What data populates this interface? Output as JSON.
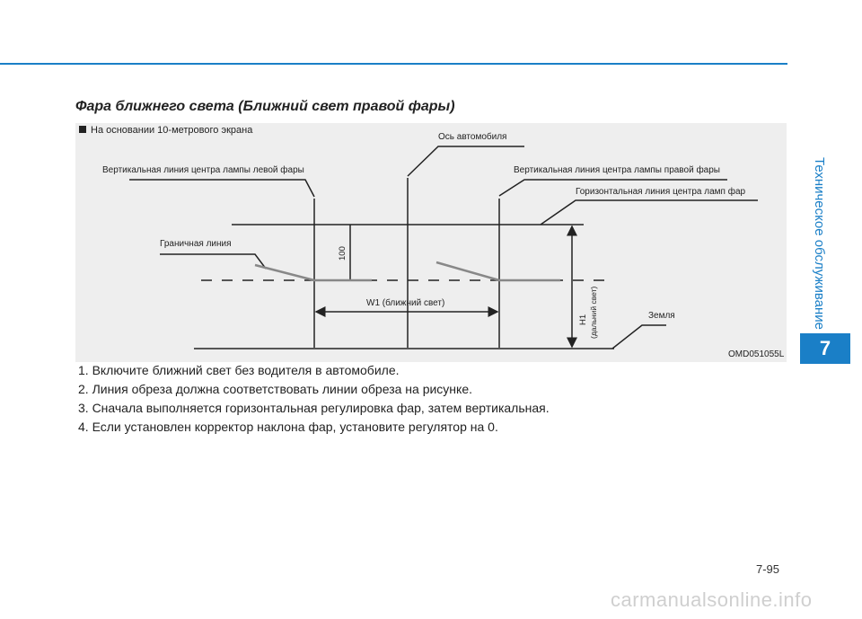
{
  "header": {
    "section": "Техническое обслуживание",
    "chapter": "7"
  },
  "title": "Фара ближнего света (Ближний свет правой фары)",
  "figure": {
    "heading": "На основании 10-метрового экрана",
    "labels": {
      "vehicle_axis": "Ось автомобиля",
      "left_vertical": "Вертикальная линия центра лампы левой фары",
      "right_vertical": "Вертикальная линия центра лампы правой фары",
      "horizontal": "Горизонтальная линия центра ламп фар",
      "cutoff": "Граничная линия",
      "measure_100": "100",
      "w1": "W1 (ближний свет)",
      "h1": "H1",
      "h1_sub": "(дальний свет)",
      "ground": "Земля",
      "code": "OMD051055L"
    }
  },
  "steps": [
    "1. Включите ближний свет без водителя в автомобиле.",
    "2. Линия обреза должна соответствовать линии обреза на рисунке.",
    "3. Сначала выполняется горизонтальная регулировка фар, затем вертикальная.",
    "4. Если установлен корректор наклона фар, установите регулятор на 0."
  ],
  "page_number": "7-95",
  "watermark": "carmanualsonline.info"
}
